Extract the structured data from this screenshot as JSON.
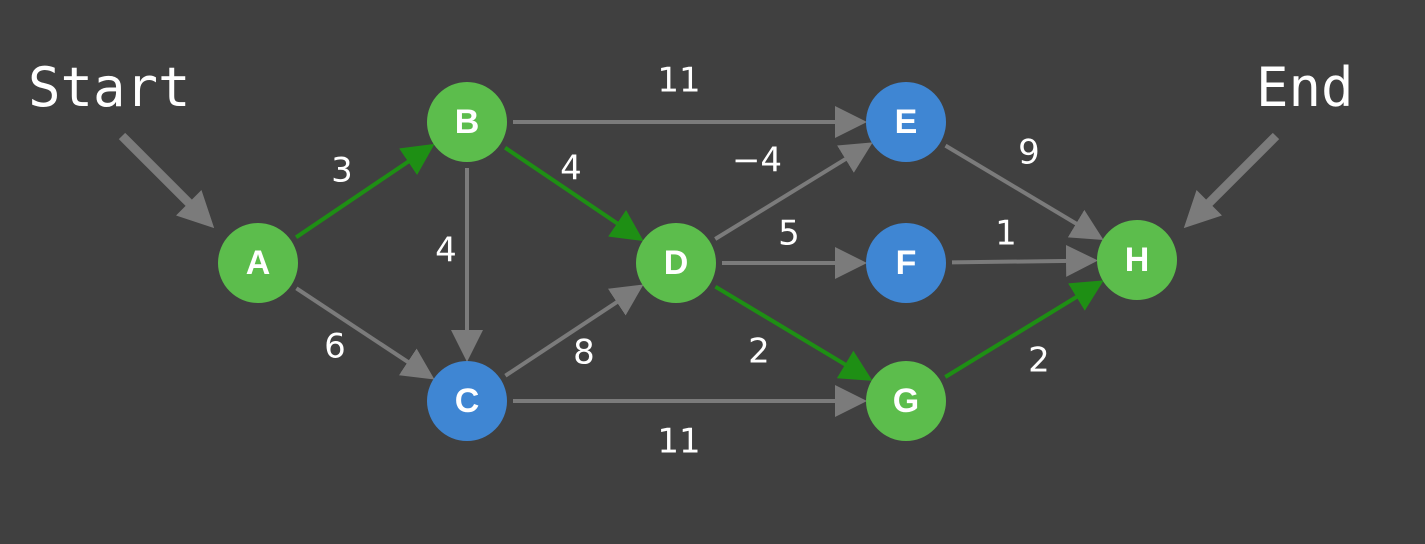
{
  "diagram": {
    "start_label": "Start",
    "end_label": "End",
    "colors": {
      "background": "#404040",
      "node_on_path": "#5cbd4c",
      "node_off_path": "#3f86d3",
      "edge_default": "#7b7b7b",
      "edge_on_path": "#1e8f14",
      "text": "#ffffff"
    },
    "nodes": [
      {
        "id": "A",
        "label": "A",
        "on_path": true
      },
      {
        "id": "B",
        "label": "B",
        "on_path": true
      },
      {
        "id": "C",
        "label": "C",
        "on_path": false
      },
      {
        "id": "D",
        "label": "D",
        "on_path": true
      },
      {
        "id": "E",
        "label": "E",
        "on_path": false
      },
      {
        "id": "F",
        "label": "F",
        "on_path": false
      },
      {
        "id": "G",
        "label": "G",
        "on_path": true
      },
      {
        "id": "H",
        "label": "H",
        "on_path": true
      }
    ],
    "edges": [
      {
        "from": "A",
        "to": "B",
        "weight": "3",
        "on_path": true
      },
      {
        "from": "A",
        "to": "C",
        "weight": "6",
        "on_path": false
      },
      {
        "from": "B",
        "to": "C",
        "weight": "4",
        "on_path": false
      },
      {
        "from": "B",
        "to": "D",
        "weight": "4",
        "on_path": true
      },
      {
        "from": "B",
        "to": "E",
        "weight": "11",
        "on_path": false
      },
      {
        "from": "C",
        "to": "D",
        "weight": "8",
        "on_path": false
      },
      {
        "from": "C",
        "to": "G",
        "weight": "11",
        "on_path": false
      },
      {
        "from": "D",
        "to": "E",
        "weight": "−4",
        "on_path": false
      },
      {
        "from": "D",
        "to": "F",
        "weight": "5",
        "on_path": false
      },
      {
        "from": "D",
        "to": "G",
        "weight": "2",
        "on_path": true
      },
      {
        "from": "E",
        "to": "H",
        "weight": "9",
        "on_path": false
      },
      {
        "from": "F",
        "to": "H",
        "weight": "1",
        "on_path": false
      },
      {
        "from": "G",
        "to": "H",
        "weight": "2",
        "on_path": true
      }
    ]
  }
}
